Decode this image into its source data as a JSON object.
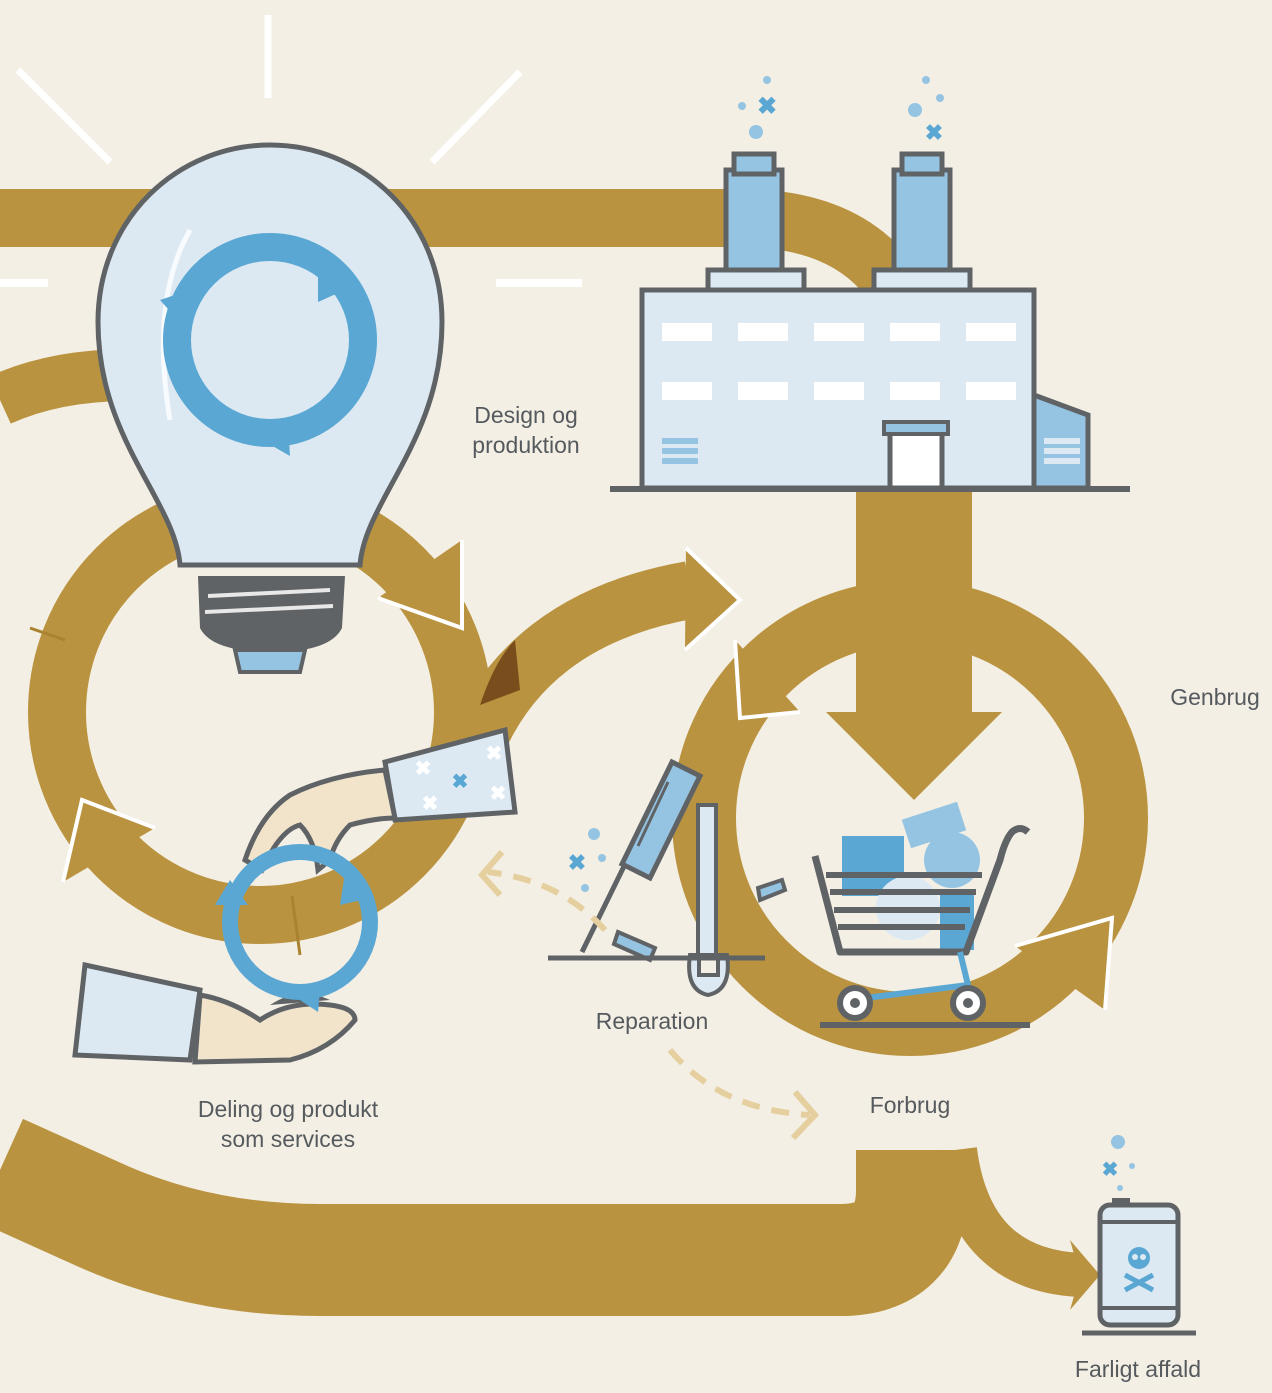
{
  "labels": {
    "design_line1": "Design og",
    "design_line2": "produktion",
    "genbrug": "Genbrug",
    "reparation": "Reparation",
    "forbrug": "Forbrug",
    "deling_line1": "Deling og produkt",
    "deling_line2": "som services",
    "farligt": "Farligt affald"
  },
  "colors": {
    "flow": "#b9933f",
    "flow_shadow": "#7a4e1c",
    "background": "#f4efe4",
    "blue_dark": "#5aa7d3",
    "blue_mid": "#95c4e2",
    "blue_light": "#dce9f3",
    "outline": "#5f6366",
    "skin": "#f1e4cb"
  },
  "icons": [
    "lightbulb-icon",
    "factory-icon",
    "shopping-cart-icon",
    "screwdriver-icon",
    "wrench-icon",
    "hands-icon",
    "hazard-barrel-icon",
    "recycle-arrows-icon",
    "skull-icon"
  ]
}
